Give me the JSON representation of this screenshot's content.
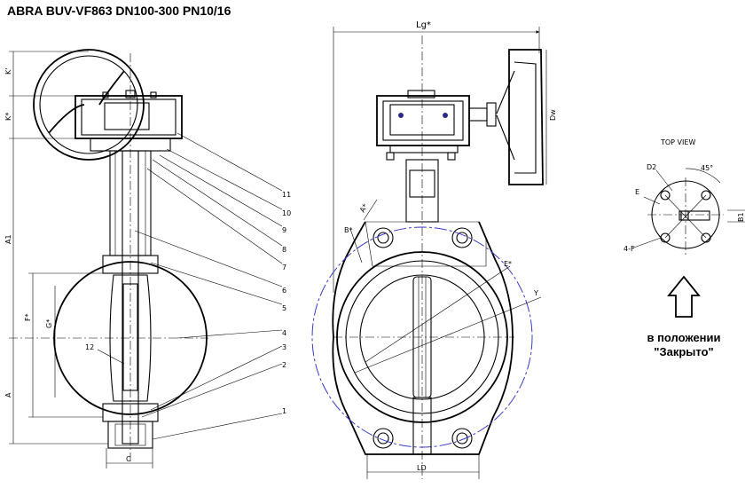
{
  "title": "ABRA BUV-VF863 DN100-300 PN10/16",
  "dimensions": {
    "k_prime": "K'",
    "k_star": "K*",
    "a1": "A1",
    "f_star": "F*",
    "g_star": "G*",
    "a": "A",
    "c": "C",
    "lg": "Lg*",
    "dw": "Dw",
    "ld": "LD",
    "a_star": "A*",
    "b_star": "B*",
    "e_star": "E*",
    "y": "Y"
  },
  "parts": [
    "1",
    "2",
    "3",
    "4",
    "5",
    "6",
    "7",
    "8",
    "9",
    "10",
    "11",
    "12"
  ],
  "top_view": {
    "heading": "TOP VIEW",
    "d2": "D2",
    "angle": "45°",
    "e": "E",
    "b1": "B1",
    "four_f": "4-F"
  },
  "caption": {
    "line1": "в положении",
    "line2": "\"Закрыто\""
  }
}
